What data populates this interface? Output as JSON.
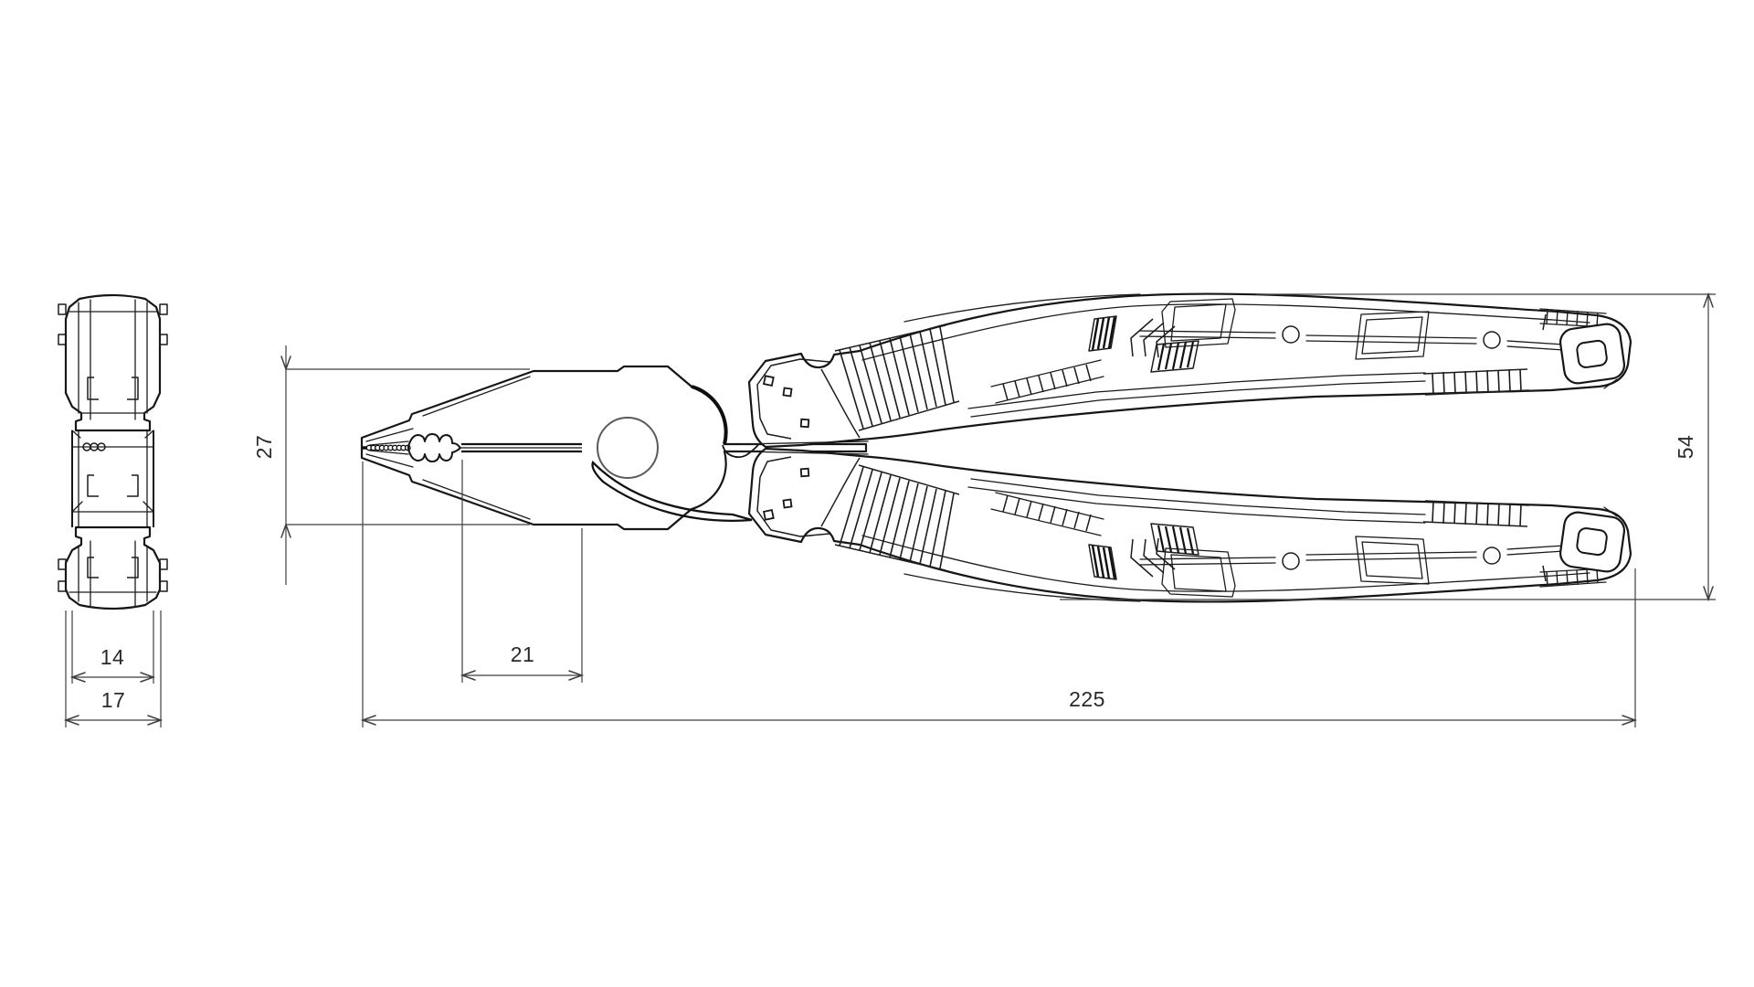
{
  "drawing": {
    "kind": "engineering-line-drawing",
    "subject": "combination pliers, side view and end view",
    "background": "#ffffff",
    "line_color": "#161616",
    "dimension_line_color": "#3f3f3f",
    "label_color": "#2a2a2a"
  },
  "views": {
    "end_view": {
      "name": "end view",
      "dimensions": {
        "body_width": {
          "value": "14"
        },
        "overall_width": {
          "value": "17"
        }
      }
    },
    "side_view": {
      "name": "side view",
      "dimensions": {
        "head_height": {
          "value": "27"
        },
        "cutting_edge_length": {
          "value": "21"
        },
        "overall_length": {
          "value": "225"
        },
        "handle_spread": {
          "value": "54"
        }
      }
    }
  }
}
